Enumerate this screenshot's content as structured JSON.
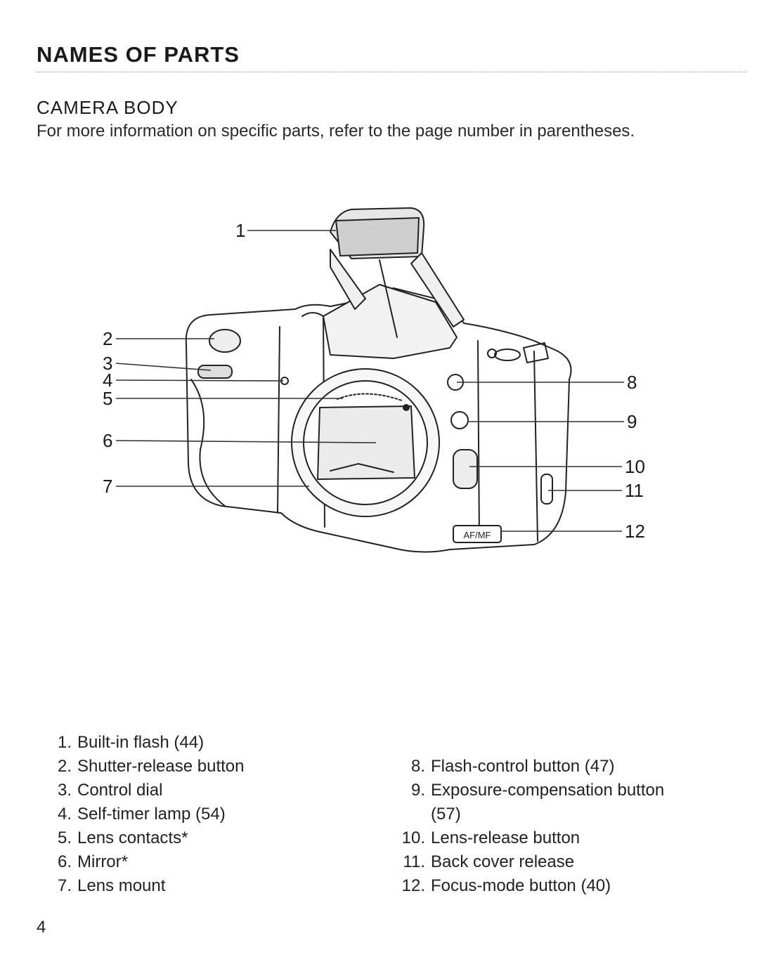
{
  "page": {
    "title": "NAMES OF PARTS",
    "section": "CAMERA BODY",
    "intro": "For more information on specific parts, refer to the page number in parentheses.",
    "page_number": "4"
  },
  "callouts": [
    "1",
    "2",
    "3",
    "4",
    "5",
    "6",
    "7",
    "8",
    "9",
    "10",
    "11",
    "12"
  ],
  "camera_markings": {
    "focus_mode_button": "AF/MF"
  },
  "parts_left": [
    {
      "num": "1.",
      "label": "Built-in flash (44)"
    },
    {
      "num": "2.",
      "label": "Shutter-release button"
    },
    {
      "num": "3.",
      "label": "Control dial"
    },
    {
      "num": "4.",
      "label": "Self-timer lamp (54)"
    },
    {
      "num": "5.",
      "label": "Lens contacts*"
    },
    {
      "num": "6.",
      "label": "Mirror*"
    },
    {
      "num": "7.",
      "label": "Lens mount"
    }
  ],
  "parts_right": [
    {
      "num": "",
      "label": ""
    },
    {
      "num": "8.",
      "label": "Flash-control button (47)"
    },
    {
      "num": "9.",
      "label": "Exposure-compensation button"
    },
    {
      "num": "",
      "label": "(57)"
    },
    {
      "num": "10.",
      "label": "Lens-release button"
    },
    {
      "num": "11.",
      "label": "Back cover release"
    },
    {
      "num": "12.",
      "label": "Focus-mode button (40)"
    }
  ]
}
